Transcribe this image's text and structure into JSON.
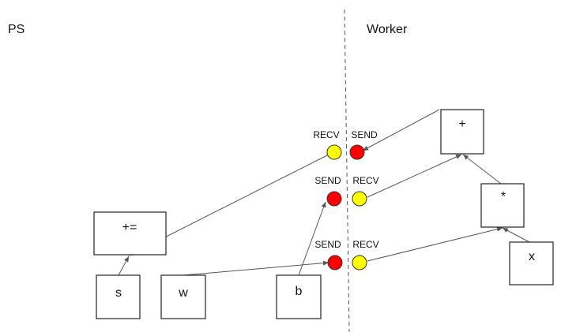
{
  "regions": {
    "left": "PS",
    "right": "Worker"
  },
  "nodes": {
    "add_assign": "+=",
    "s": "s",
    "w": "w",
    "b": "b",
    "plus": "+",
    "mul": "*",
    "x": "x"
  },
  "endpoints": {
    "row1_ps_recv": "RECV",
    "row1_worker_send": "SEND",
    "row2_ps_send": "SEND",
    "row2_worker_recv": "RECV",
    "row3_ps_send": "SEND",
    "row3_worker_recv": "RECV"
  },
  "colors": {
    "recv": "#ffff00",
    "send": "#ff0000"
  }
}
